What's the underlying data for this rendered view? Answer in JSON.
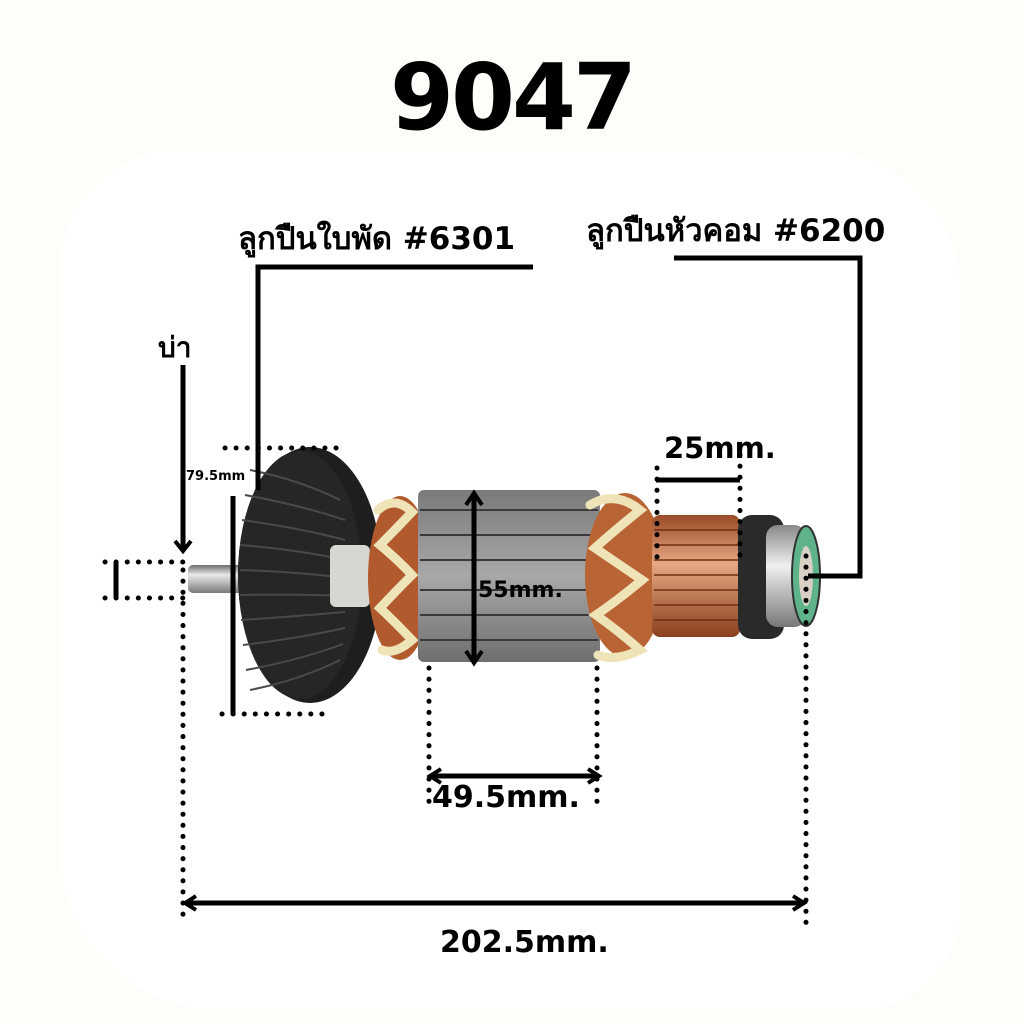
{
  "title": "9047",
  "callouts": {
    "fan_bearing": "ลูกปืนใบพัด #6301",
    "commutator_bearing": "ลูกปืนหัวคอม #6200",
    "shoulder": "บ่า"
  },
  "dimensions": {
    "fan_diameter": "79.5mm",
    "core_diameter": "55mm.",
    "commutator_length": "25mm.",
    "core_length": "49.5mm.",
    "total_length": "202.5mm."
  },
  "colors": {
    "background": "#fdfdfa",
    "ink": "#000000",
    "fan": "#1c1c1c",
    "core": "#8a8a8a",
    "copper": "#b8643a",
    "insulation": "#efe3b8",
    "bearing_seal": "#5fb38a"
  }
}
